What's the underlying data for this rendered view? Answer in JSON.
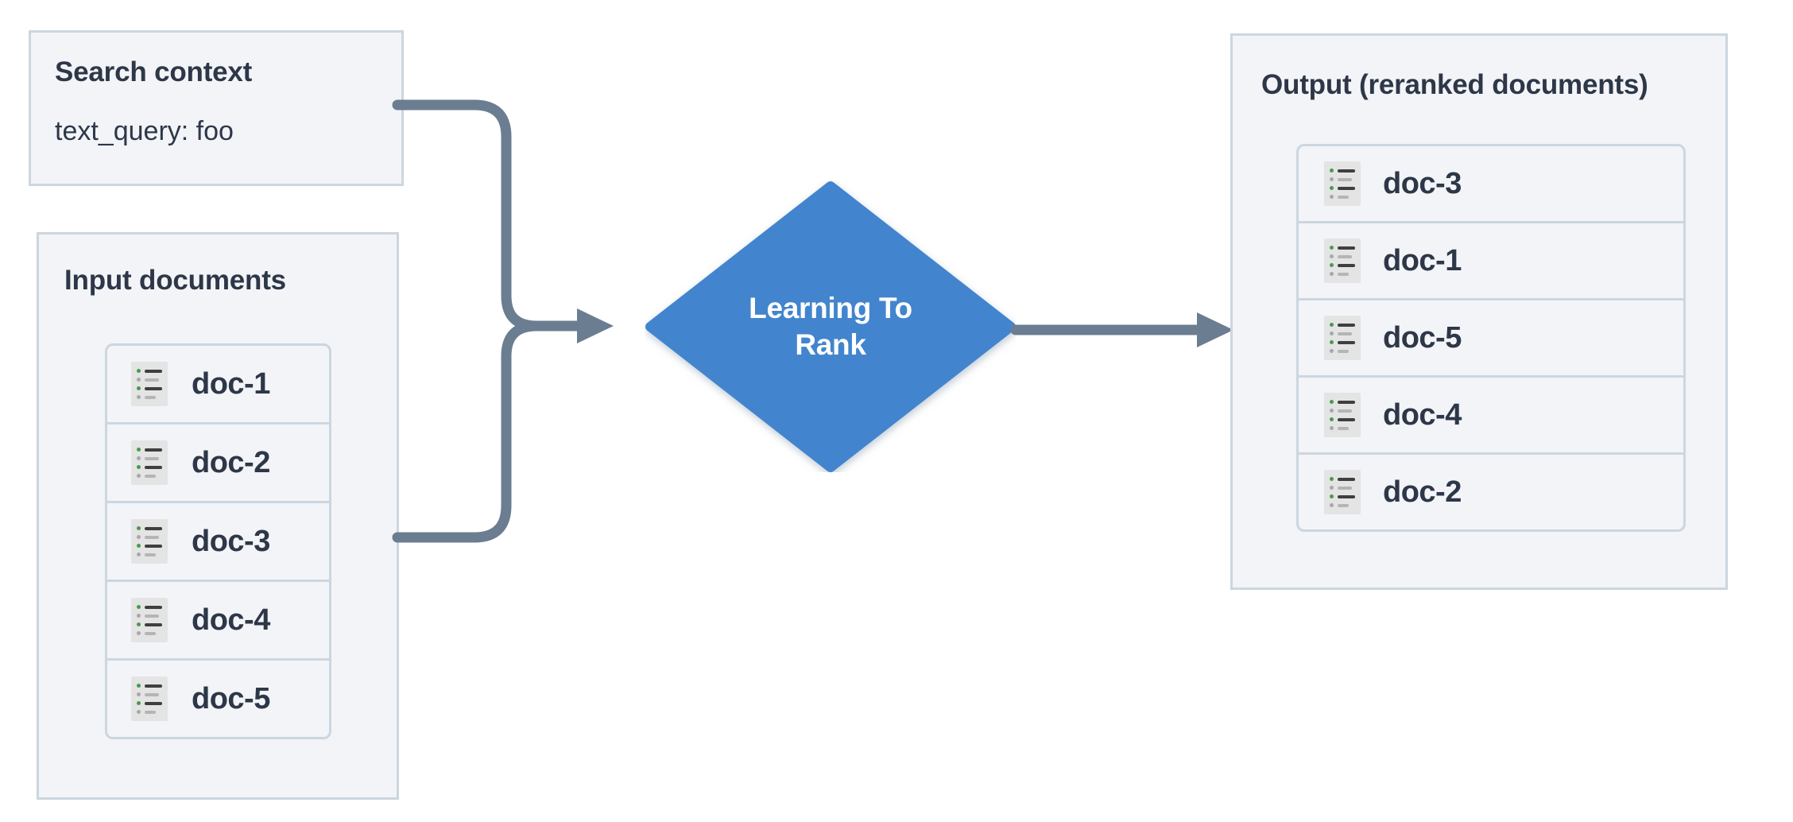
{
  "diagram": {
    "title": "Learning To Rank reranking flow",
    "colors": {
      "panel_bg": "#f2f4f7",
      "panel_border": "#ccd6e0",
      "text": "#2d3748",
      "node_fill": "#4285ce",
      "node_text": "#ffffff",
      "connector": "#6b7d91",
      "icon_bg": "#e4e4e4",
      "icon_bullet_green": "#4a9a4a",
      "icon_bullet_grey": "#a8a8a8"
    }
  },
  "search_context": {
    "title": "Search context",
    "query_line": "text_query: foo"
  },
  "input_documents": {
    "title": "Input documents",
    "items": [
      {
        "label": "doc-1",
        "icon": "document-list-icon"
      },
      {
        "label": "doc-2",
        "icon": "document-list-icon"
      },
      {
        "label": "doc-3",
        "icon": "document-list-icon"
      },
      {
        "label": "doc-4",
        "icon": "document-list-icon"
      },
      {
        "label": "doc-5",
        "icon": "document-list-icon"
      }
    ]
  },
  "process_node": {
    "shape": "diamond",
    "line1": "Learning To",
    "line2": "Rank"
  },
  "output": {
    "title": "Output (reranked documents)",
    "items": [
      {
        "label": "doc-3",
        "icon": "document-list-icon"
      },
      {
        "label": "doc-1",
        "icon": "document-list-icon"
      },
      {
        "label": "doc-5",
        "icon": "document-list-icon"
      },
      {
        "label": "doc-4",
        "icon": "document-list-icon"
      },
      {
        "label": "doc-2",
        "icon": "document-list-icon"
      }
    ]
  },
  "connectors": [
    {
      "name": "search-context-to-ltr",
      "from": "search_context",
      "to": "process_node"
    },
    {
      "name": "input-documents-to-ltr",
      "from": "input_documents",
      "to": "process_node"
    },
    {
      "name": "ltr-to-output",
      "from": "process_node",
      "to": "output"
    }
  ]
}
